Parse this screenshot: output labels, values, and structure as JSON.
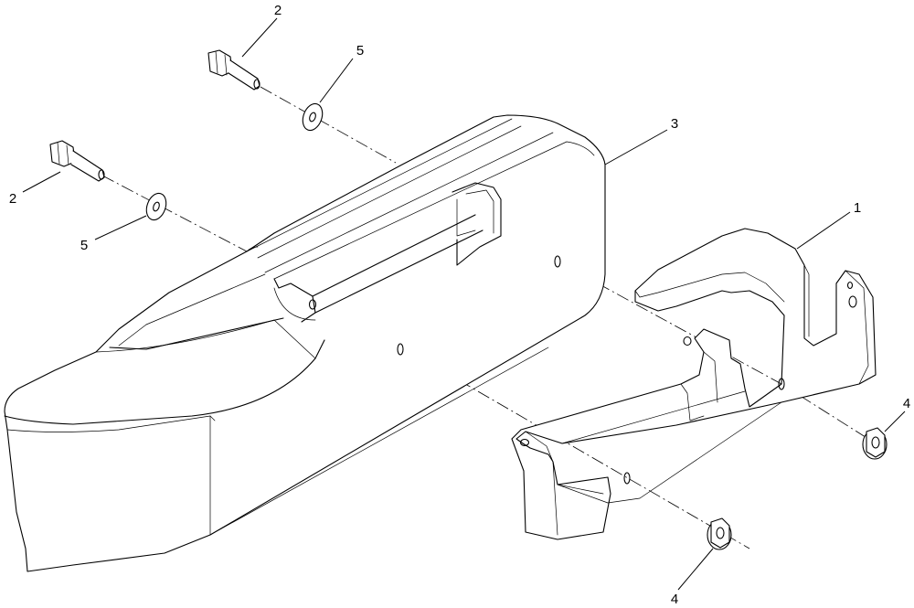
{
  "callouts": [
    {
      "id": "c2a",
      "text": "2"
    },
    {
      "id": "c5a",
      "text": "5"
    },
    {
      "id": "c3",
      "text": "3"
    },
    {
      "id": "c2b",
      "text": "2"
    },
    {
      "id": "c5b",
      "text": "5"
    },
    {
      "id": "c1",
      "text": "1"
    },
    {
      "id": "c4a",
      "text": "4"
    },
    {
      "id": "c4b",
      "text": "4"
    }
  ]
}
